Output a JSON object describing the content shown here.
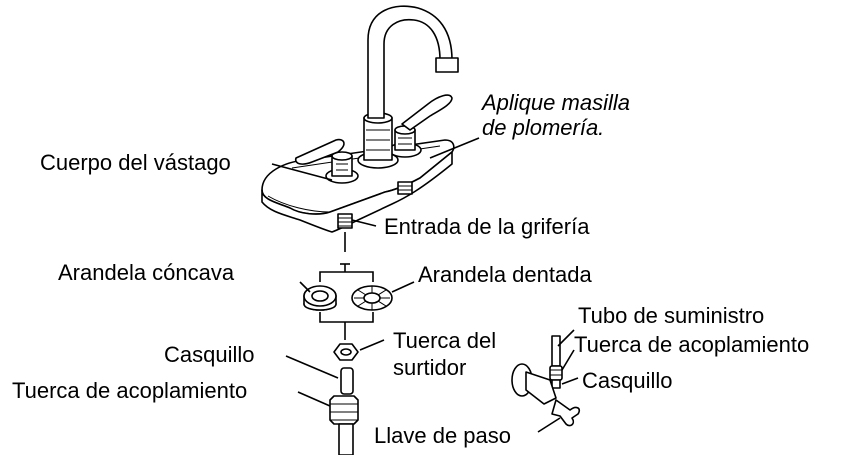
{
  "labels": {
    "putty_line1": "Aplique masilla",
    "putty_line2": "de plomería.",
    "valve_body": "Cuerpo del vástago",
    "faucet_inlet": "Entrada de la grifería",
    "cupped_washer": "Arandela cóncava",
    "toothed_washer": "Arandela dentada",
    "supply_tube": "Tubo de suministro",
    "coupling_nut_right": "Tuerca de acoplamiento",
    "ferrule_right": "Casquillo",
    "spout_nut_line1": "Tuerca del",
    "spout_nut_line2": "surtidor",
    "ferrule_left": "Casquillo",
    "coupling_nut_left": "Tuerca de acoplamiento",
    "shutoff_valve": "Llave de paso"
  }
}
